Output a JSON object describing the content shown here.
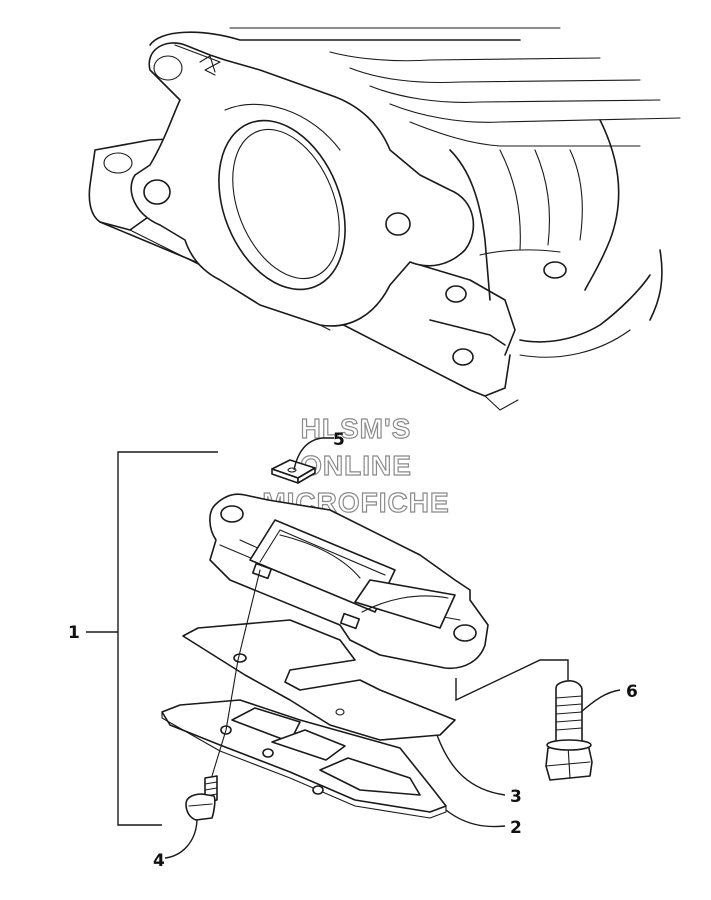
{
  "watermark": {
    "line1": "HLSM'S",
    "line2": "ONLINE",
    "line3": "MICROFICHE"
  },
  "callouts": {
    "c1": "1",
    "c2": "2",
    "c3": "3",
    "c4": "4",
    "c5": "5",
    "c6": "6"
  },
  "colors": {
    "line": "#1a1a1a",
    "watermark_stroke": "#8a8a8a",
    "background": "#ffffff"
  }
}
